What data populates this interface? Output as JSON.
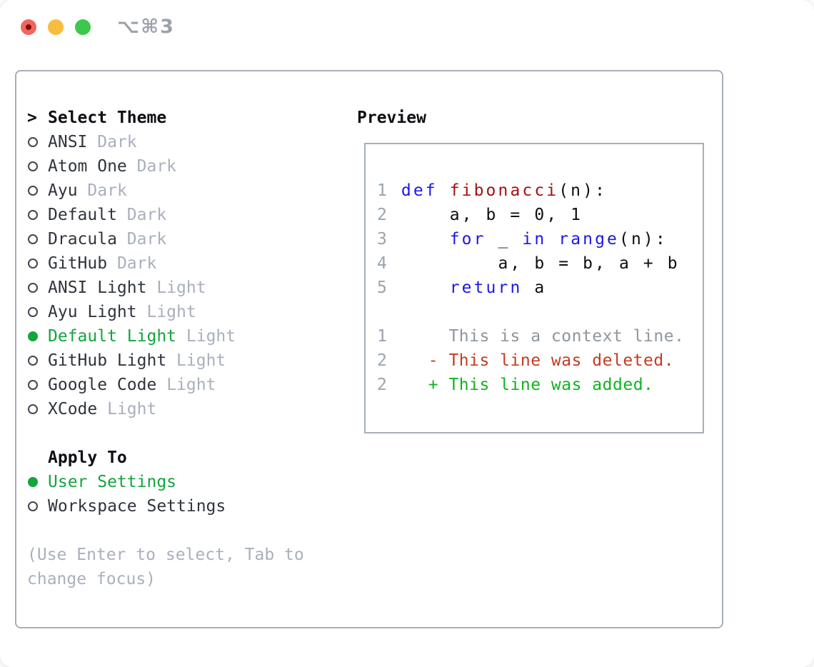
{
  "window": {
    "title": "⌥⌘3",
    "traffic_lights": [
      "close",
      "minimize",
      "zoom"
    ]
  },
  "theme_selector": {
    "header": {
      "cursor": ">",
      "label": "Select Theme"
    },
    "items": [
      {
        "name": "ANSI",
        "variant": "Dark",
        "selected": false
      },
      {
        "name": "Atom One",
        "variant": "Dark",
        "selected": false
      },
      {
        "name": "Ayu",
        "variant": "Dark",
        "selected": false
      },
      {
        "name": "Default",
        "variant": "Dark",
        "selected": false
      },
      {
        "name": "Dracula",
        "variant": "Dark",
        "selected": false
      },
      {
        "name": "GitHub",
        "variant": "Dark",
        "selected": false
      },
      {
        "name": "ANSI Light",
        "variant": "Light",
        "selected": false
      },
      {
        "name": "Ayu Light",
        "variant": "Light",
        "selected": false
      },
      {
        "name": "Default Light",
        "variant": "Light",
        "selected": true
      },
      {
        "name": "GitHub Light",
        "variant": "Light",
        "selected": false
      },
      {
        "name": "Google Code",
        "variant": "Light",
        "selected": false
      },
      {
        "name": "XCode",
        "variant": "Light",
        "selected": false
      }
    ]
  },
  "apply_to": {
    "label": "Apply To",
    "options": [
      {
        "name": "User Settings",
        "selected": true
      },
      {
        "name": "Workspace Settings",
        "selected": false
      }
    ]
  },
  "help_lines": [
    "(Use Enter to select, Tab to",
    "change focus)"
  ],
  "preview": {
    "title": "Preview",
    "lines": [
      {
        "kind": "code",
        "segments": [
          {
            "text": "1 ",
            "style": "num"
          },
          {
            "text": "def",
            "style": "kw"
          },
          {
            "text": " ",
            "style": "plain"
          },
          {
            "text": "fibonacci",
            "style": "fn"
          },
          {
            "text": "(n):",
            "style": "plain"
          }
        ]
      },
      {
        "kind": "code",
        "segments": [
          {
            "text": "2 ",
            "style": "num"
          },
          {
            "text": "    a, b = 0, 1",
            "style": "plain"
          }
        ]
      },
      {
        "kind": "code",
        "segments": [
          {
            "text": "3 ",
            "style": "num"
          },
          {
            "text": "    ",
            "style": "plain"
          },
          {
            "text": "for",
            "style": "kw"
          },
          {
            "text": " _ ",
            "style": "plain"
          },
          {
            "text": "in",
            "style": "kw"
          },
          {
            "text": " ",
            "style": "plain"
          },
          {
            "text": "range",
            "style": "kw"
          },
          {
            "text": "(n):",
            "style": "plain"
          }
        ]
      },
      {
        "kind": "code",
        "segments": [
          {
            "text": "4 ",
            "style": "num"
          },
          {
            "text": "        a, b = b, a + b",
            "style": "plain"
          }
        ]
      },
      {
        "kind": "code",
        "segments": [
          {
            "text": "5 ",
            "style": "num"
          },
          {
            "text": "    ",
            "style": "plain"
          },
          {
            "text": "return",
            "style": "kw"
          },
          {
            "text": " a",
            "style": "plain"
          }
        ]
      },
      {
        "kind": "blank",
        "segments": []
      },
      {
        "kind": "diff",
        "segments": [
          {
            "text": "1",
            "style": "num"
          },
          {
            "text": "      This is a context line.",
            "style": "ctx"
          }
        ]
      },
      {
        "kind": "diff",
        "segments": [
          {
            "text": "2",
            "style": "num"
          },
          {
            "text": "    - This line was deleted.",
            "style": "del"
          }
        ]
      },
      {
        "kind": "diff",
        "segments": [
          {
            "text": "2",
            "style": "num"
          },
          {
            "text": "    + This line was added.",
            "style": "add"
          }
        ]
      }
    ]
  },
  "colors": {
    "accent_green": "#12a53c",
    "added_green": "#11b31f",
    "deleted_red": "#c43b22",
    "keyword_blue": "#1d17e6",
    "function_red": "#a31313",
    "text_primary": "#30353d",
    "heading_black": "#0d0f13",
    "muted_gray": "#a9b0bc",
    "line_number_gray": "#9aa3b0",
    "context_gray": "#8e969e",
    "border_gray": "#a8aeb9",
    "circle_gray": "#43474e",
    "title_gray": "#9ba2ab",
    "light_red": "#f3645f",
    "light_red_dot": "#7c100a",
    "light_yellow": "#f6bd41",
    "light_green": "#3cc84c"
  }
}
